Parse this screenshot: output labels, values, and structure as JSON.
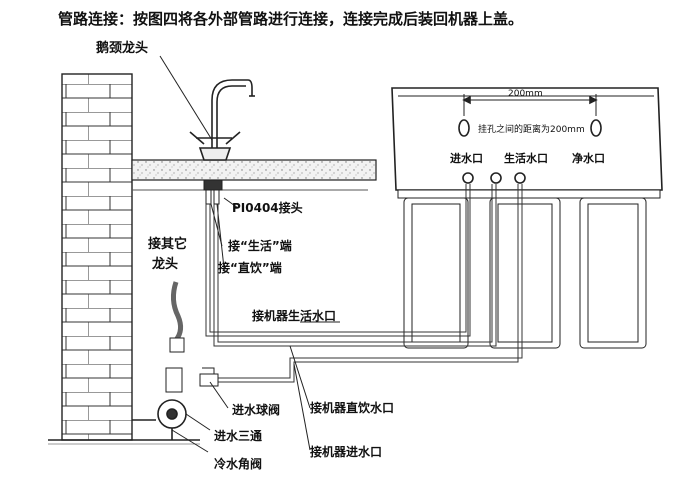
{
  "title": "管路连接：按图四将各外部管路进行连接，连接完成后装回机器上盖。",
  "labels": {
    "gooseneck_faucet": "鹅颈龙头",
    "pi0404_connector": "PI0404接头",
    "living_end": "接“生活”端",
    "direct_drink_end": "接“直饮”端",
    "other_faucet_line1": "接其它",
    "other_faucet_line2": "龙头",
    "machine_living_outlet": "接机器生活水口",
    "inlet_ball_valve": "进水球阀",
    "machine_direct_outlet": "接机器直饮水口",
    "inlet_tee": "进水三通",
    "machine_inlet": "接机器进水口",
    "cold_angle_valve": "冷水角阀"
  },
  "machine": {
    "dimension": "200mm",
    "hole_note": "挂孔之间的距离为200mm",
    "port_inlet": "进水口",
    "port_living": "生活水口",
    "port_pure": "净水口"
  }
}
